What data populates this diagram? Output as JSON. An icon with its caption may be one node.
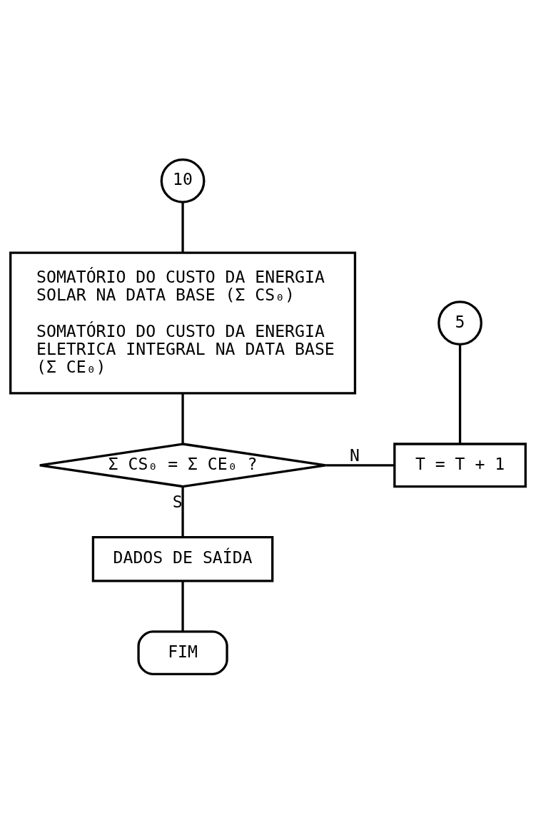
{
  "diagram": {
    "nodes": [
      {
        "text": [
          "10"
        ]
      },
      {
        "text": [
          "SOMATÓRIO DO CUSTO DA ENERGIA SOLAR NA DATA BASE (Σ CS₀)",
          "SOMATÓRIO DO CUSTO DA ENERGIA ELETRICA INTEGRAL NA DATA BASE (Σ CE₀)"
        ]
      },
      {
        "text": [
          "5"
        ]
      },
      {
        "text": [
          "T = T + 1"
        ]
      },
      {
        "text": [
          "Σ CS₀ = Σ CE₀ ?"
        ]
      },
      {
        "text": [
          "DADOS DE SAÍDA"
        ]
      },
      {
        "text": [
          "FIM"
        ]
      }
    ],
    "edges": [
      {
        "from": 0,
        "to": 1,
        "arrow": "none"
      },
      {
        "from": 1,
        "to": 4,
        "arrow": "none"
      },
      {
        "from": 2,
        "to": 3,
        "arrow": "none"
      },
      {
        "from": 4,
        "to": 3,
        "arrow": "none",
        "label": "N"
      },
      {
        "from": 4,
        "to": 5,
        "arrow": "none",
        "label": "S"
      },
      {
        "from": 5,
        "to": 6,
        "arrow": "none"
      }
    ]
  }
}
